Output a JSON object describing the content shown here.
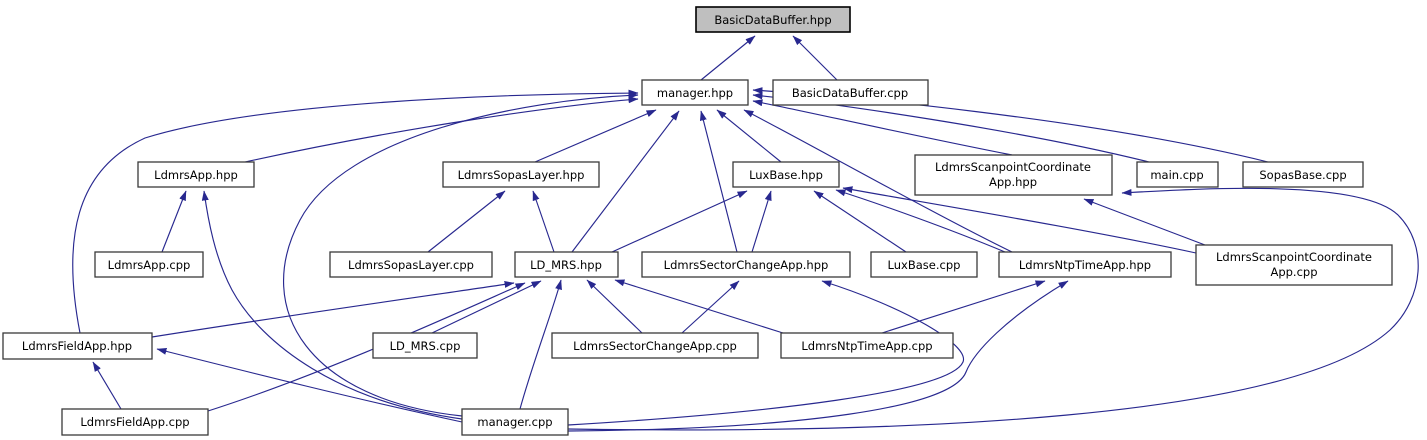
{
  "diagram": {
    "type": "doxygen-included-by-graph",
    "root": "BasicDataBuffer.hpp",
    "colors": {
      "edge": "#28288f",
      "node_border": "#3a3a3a",
      "node_fill": "#ffffff",
      "highlight_fill": "#bfbfbf",
      "background": "#ffffff"
    },
    "nodes": [
      {
        "id": "basicdatabuffer-hpp",
        "label": "BasicDataBuffer.hpp",
        "highlighted": true
      },
      {
        "id": "manager-hpp",
        "label": "manager.hpp"
      },
      {
        "id": "basicdatabuffer-cpp",
        "label": "BasicDataBuffer.cpp"
      },
      {
        "id": "ldmrsapp-hpp",
        "label": "LdmrsApp.hpp"
      },
      {
        "id": "ldmrssopaslayer-hpp",
        "label": "LdmrsSopasLayer.hpp"
      },
      {
        "id": "luxbase-hpp",
        "label": "LuxBase.hpp"
      },
      {
        "id": "ldmrsscanpointcoordinateapp-hpp",
        "label1": "LdmrsScanpointCoordinate",
        "label2": "App.hpp"
      },
      {
        "id": "main-cpp",
        "label": "main.cpp"
      },
      {
        "id": "sopasbase-cpp",
        "label": "SopasBase.cpp"
      },
      {
        "id": "ldmrsapp-cpp",
        "label": "LdmrsApp.cpp"
      },
      {
        "id": "ldmrssopaslayer-cpp",
        "label": "LdmrsSopasLayer.cpp"
      },
      {
        "id": "ld-mrs-hpp",
        "label": "LD_MRS.hpp"
      },
      {
        "id": "ldmrssectorchangeapp-hpp",
        "label": "LdmrsSectorChangeApp.hpp"
      },
      {
        "id": "luxbase-cpp",
        "label": "LuxBase.cpp"
      },
      {
        "id": "ldmrsntptimeapp-hpp",
        "label": "LdmrsNtpTimeApp.hpp"
      },
      {
        "id": "ldmrsscanpointcoordinateapp-cpp",
        "label1": "LdmrsScanpointCoordinate",
        "label2": "App.cpp"
      },
      {
        "id": "ldmrsfieldapp-hpp",
        "label": "LdmrsFieldApp.hpp"
      },
      {
        "id": "ld-mrs-cpp",
        "label": "LD_MRS.cpp"
      },
      {
        "id": "ldmrssectorchangeapp-cpp",
        "label": "LdmrsSectorChangeApp.cpp"
      },
      {
        "id": "ldmrsntptimeapp-cpp",
        "label": "LdmrsNtpTimeApp.cpp"
      },
      {
        "id": "ldmrsfieldapp-cpp",
        "label": "LdmrsFieldApp.cpp"
      },
      {
        "id": "manager-cpp",
        "label": "manager.cpp"
      }
    ],
    "edges": [
      {
        "from": "manager.hpp",
        "to": "BasicDataBuffer.hpp"
      },
      {
        "from": "BasicDataBuffer.cpp",
        "to": "BasicDataBuffer.hpp"
      },
      {
        "from": "LdmrsApp.hpp",
        "to": "manager.hpp"
      },
      {
        "from": "LdmrsFieldApp.hpp",
        "to": "manager.hpp"
      },
      {
        "from": "LdmrsSopasLayer.hpp",
        "to": "manager.hpp"
      },
      {
        "from": "LD_MRS.hpp",
        "to": "manager.hpp"
      },
      {
        "from": "LuxBase.hpp",
        "to": "manager.hpp"
      },
      {
        "from": "LdmrsSectorChangeApp.hpp",
        "to": "manager.hpp"
      },
      {
        "from": "LdmrsNtpTimeApp.hpp",
        "to": "manager.hpp"
      },
      {
        "from": "LdmrsScanpointCoordinateApp.hpp",
        "to": "manager.hpp"
      },
      {
        "from": "main.cpp",
        "to": "manager.hpp"
      },
      {
        "from": "SopasBase.cpp",
        "to": "manager.hpp"
      },
      {
        "from": "manager.cpp",
        "to": "manager.hpp"
      },
      {
        "from": "LdmrsApp.cpp",
        "to": "LdmrsApp.hpp"
      },
      {
        "from": "manager.cpp",
        "to": "LdmrsApp.hpp"
      },
      {
        "from": "LdmrsSopasLayer.cpp",
        "to": "LdmrsSopasLayer.hpp"
      },
      {
        "from": "LD_MRS.hpp",
        "to": "LdmrsSopasLayer.hpp"
      },
      {
        "from": "LD_MRS.hpp",
        "to": "LuxBase.hpp"
      },
      {
        "from": "LdmrsSectorChangeApp.hpp",
        "to": "LuxBase.hpp"
      },
      {
        "from": "LuxBase.cpp",
        "to": "LuxBase.hpp"
      },
      {
        "from": "LdmrsNtpTimeApp.hpp",
        "to": "LuxBase.hpp"
      },
      {
        "from": "LdmrsScanpointCoordinateApp.cpp",
        "to": "LuxBase.hpp"
      },
      {
        "from": "LdmrsScanpointCoordinateApp.cpp",
        "to": "LdmrsScanpointCoordinateApp.hpp"
      },
      {
        "from": "manager.cpp",
        "to": "LdmrsScanpointCoordinateApp.hpp"
      },
      {
        "from": "LdmrsFieldApp.hpp",
        "to": "LD_MRS.hpp"
      },
      {
        "from": "LdmrsFieldApp.cpp",
        "to": "LD_MRS.hpp"
      },
      {
        "from": "LD_MRS.cpp",
        "to": "LD_MRS.hpp"
      },
      {
        "from": "manager.cpp",
        "to": "LD_MRS.hpp"
      },
      {
        "from": "LdmrsSectorChangeApp.cpp",
        "to": "LD_MRS.hpp"
      },
      {
        "from": "LdmrsNtpTimeApp.cpp",
        "to": "LD_MRS.hpp"
      },
      {
        "from": "LdmrsSectorChangeApp.cpp",
        "to": "LdmrsSectorChangeApp.hpp"
      },
      {
        "from": "manager.cpp",
        "to": "LdmrsSectorChangeApp.hpp"
      },
      {
        "from": "LdmrsNtpTimeApp.cpp",
        "to": "LdmrsNtpTimeApp.hpp"
      },
      {
        "from": "manager.cpp",
        "to": "LdmrsNtpTimeApp.hpp"
      },
      {
        "from": "LdmrsFieldApp.cpp",
        "to": "LdmrsFieldApp.hpp"
      },
      {
        "from": "manager.cpp",
        "to": "LdmrsFieldApp.hpp"
      }
    ]
  }
}
